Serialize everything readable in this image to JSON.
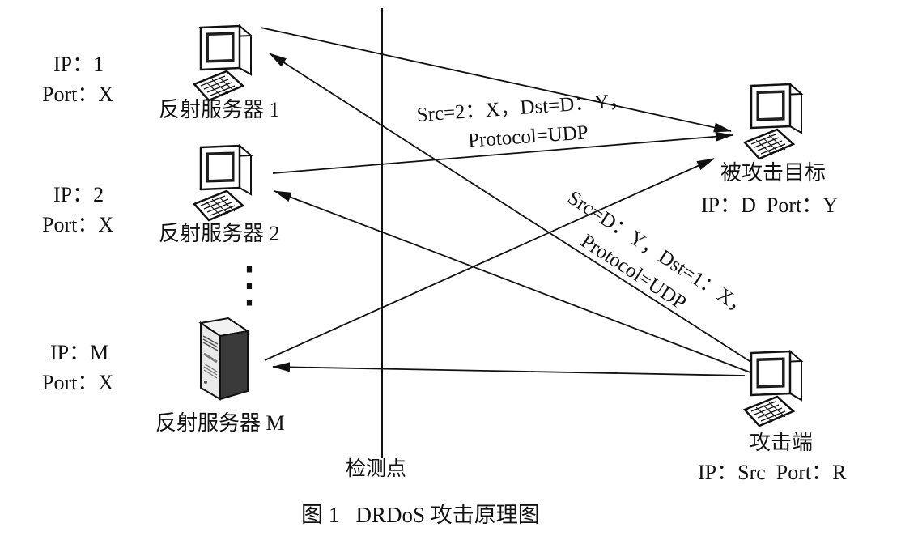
{
  "reflectors": [
    {
      "ip": "IP：1",
      "port": "Port：X",
      "name": "反射服务器 1"
    },
    {
      "ip": "IP：2",
      "port": "Port：X",
      "name": "反射服务器 2"
    },
    {
      "ip": "IP：M",
      "port": "Port：X",
      "name": "反射服务器 M"
    }
  ],
  "target": {
    "name": "被攻击目标",
    "addr": "IP：D  Port：Y"
  },
  "attacker": {
    "name": "攻击端",
    "addr": "IP：Src  Port：R"
  },
  "detection_point": "检测点",
  "reply_packet": {
    "line1": "Src=2：X，Dst=D：Y，",
    "line2": "Protocol=UDP"
  },
  "request_packet": {
    "line1": "Src=D：Y，Dst=1：X，",
    "line2": "Protocol=UDP"
  },
  "ellipsis": "⋮",
  "caption": "图 1   DRDoS 攻击原理图",
  "icons": {
    "reflector_1": "desktop-computer-icon",
    "reflector_2": "desktop-computer-icon",
    "reflector_m": "tower-server-icon",
    "target": "desktop-computer-icon",
    "attacker": "desktop-computer-icon"
  },
  "colors": {
    "ink": "#111111",
    "background": "#ffffff"
  }
}
